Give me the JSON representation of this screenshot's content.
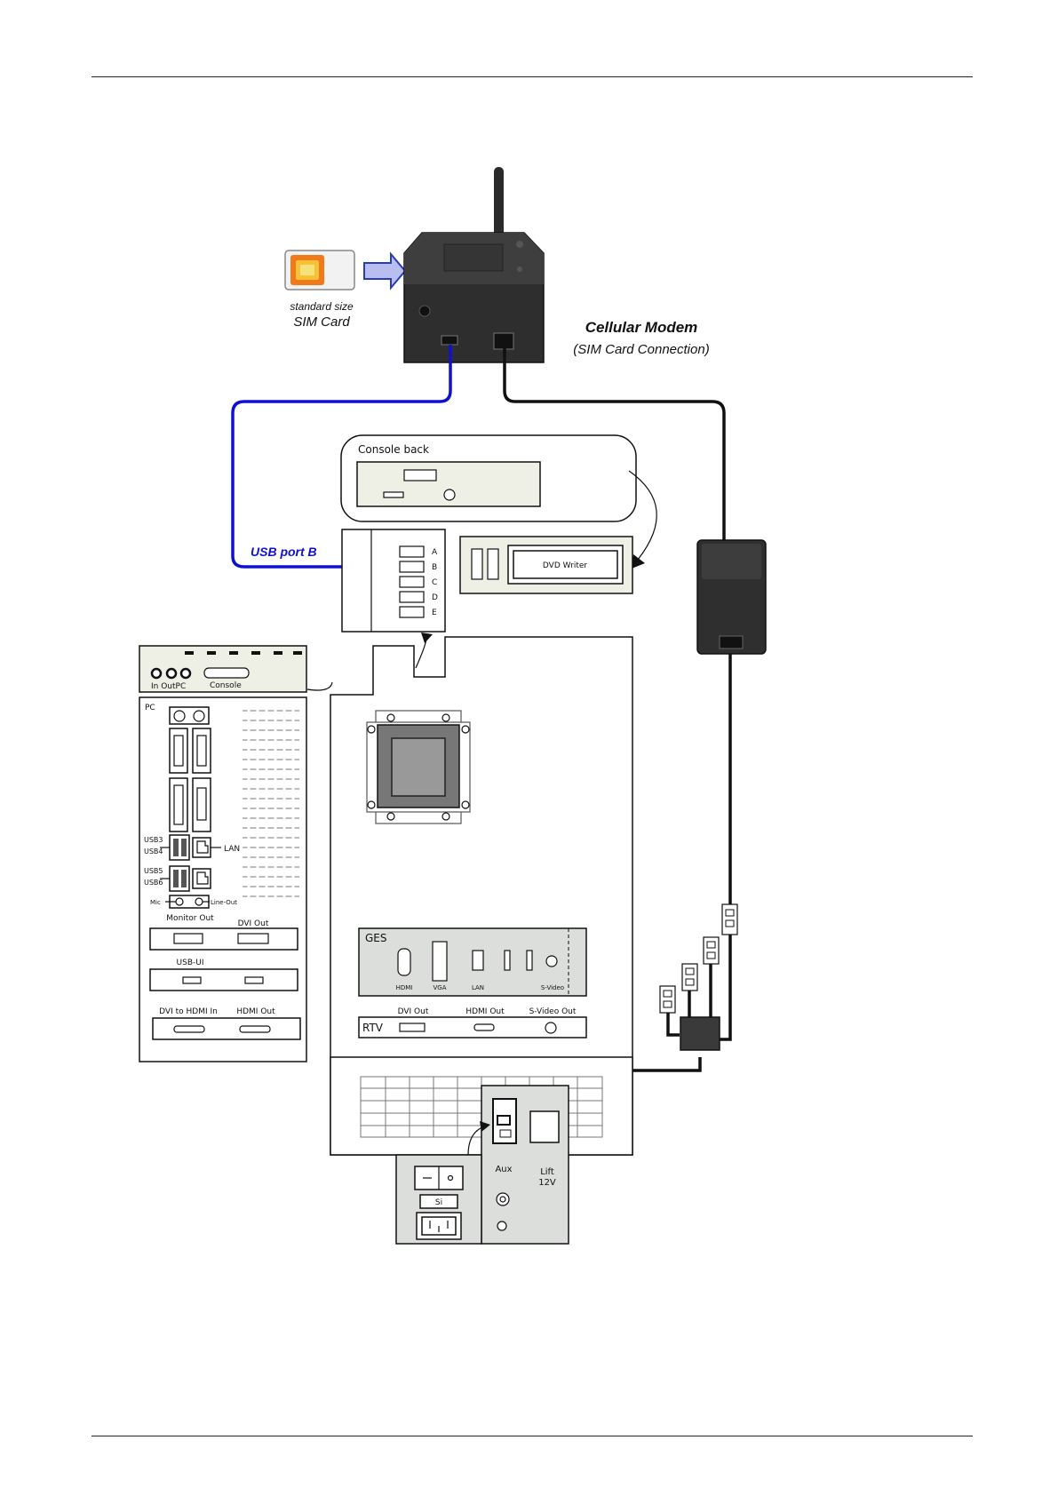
{
  "sim": {
    "line1": "standard size",
    "line2": "SIM Card"
  },
  "modem": {
    "title": "Cellular Modem",
    "subtitle": "(SIM Card Connection)"
  },
  "usb_port_label": "USB port B",
  "console_back": {
    "title": "Console back"
  },
  "usb_hub": {
    "ports": [
      "A",
      "B",
      "C",
      "D",
      "E"
    ]
  },
  "dvd": {
    "label": "DVD Writer"
  },
  "console_panel": {
    "in_out_pc": "In OutPC",
    "console": "Console"
  },
  "pc": {
    "title": "PC",
    "usb3": "USB3",
    "usb4": "USB4",
    "usb5": "USB5",
    "usb6": "USB6",
    "lan": "LAN",
    "mic": "Mic",
    "line_out": "Line-Out",
    "monitor_out": "Monitor Out",
    "dvi_out": "DVI Out",
    "usb_ui": "USB-UI",
    "dvi_to_hdmi_in": "DVI to HDMI In",
    "hdmi_out": "HDMI Out"
  },
  "ges": {
    "title": "GES",
    "hdmi": "HDMI",
    "vga": "VGA",
    "lan": "LAN",
    "s_video": "S-Video"
  },
  "rtv": {
    "title": "RTV",
    "dvi_out": "DVI Out",
    "hdmi_out": "HDMI Out",
    "s_video_out": "S-Video Out"
  },
  "power": {
    "aux": "Aux",
    "lift": "Lift",
    "lift_voltage": "12V",
    "switch_label": "Si"
  },
  "colors": {
    "usb_cable": "#1010d0",
    "panel_grey": "#dcdedb",
    "panel_pale": "#eef0e6"
  }
}
